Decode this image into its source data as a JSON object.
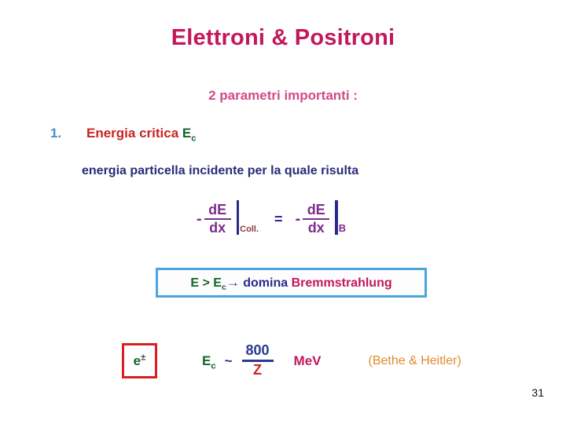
{
  "slide": {
    "title": "Elettroni & Positroni",
    "subtitle": "2 parametri importanti :",
    "page_number": "31"
  },
  "item": {
    "number": "1.",
    "text": "Energia critica ",
    "symbol": "E",
    "symbol_sub": "c",
    "description": "energia particella incidente per la quale risulta"
  },
  "equation": {
    "left": {
      "minus": "-",
      "numerator": "dE",
      "denominator": "dx",
      "bar_subscript": "Coll."
    },
    "operator": "=",
    "right": {
      "minus": "-",
      "numerator": "dE",
      "denominator": "dx",
      "bar_subscript": "B"
    }
  },
  "statement": {
    "energy": "E",
    "relation": " > ",
    "critical": "E",
    "critical_sub": "c",
    "arrow": "→",
    "verb": " domina ",
    "process": "Bremmstrahlung"
  },
  "bottom": {
    "particle": "e",
    "particle_sup": "±",
    "ec_symbol": "E",
    "ec_sub": "c",
    "tilde": "~",
    "numerator": "800",
    "denominator": "Z",
    "unit": "MeV",
    "attribution": "(Bethe & Heitler)"
  },
  "colors": {
    "title": "#C2185B",
    "subtitle": "#D24A86",
    "number": "#4A90C4",
    "item_text": "#CC2222",
    "green": "#14642A",
    "navy": "#2A2A8E",
    "purple": "#7B2D8E",
    "box_blue": "#49A6DE",
    "box_red": "#D91F1F",
    "orange": "#E08A2E"
  }
}
